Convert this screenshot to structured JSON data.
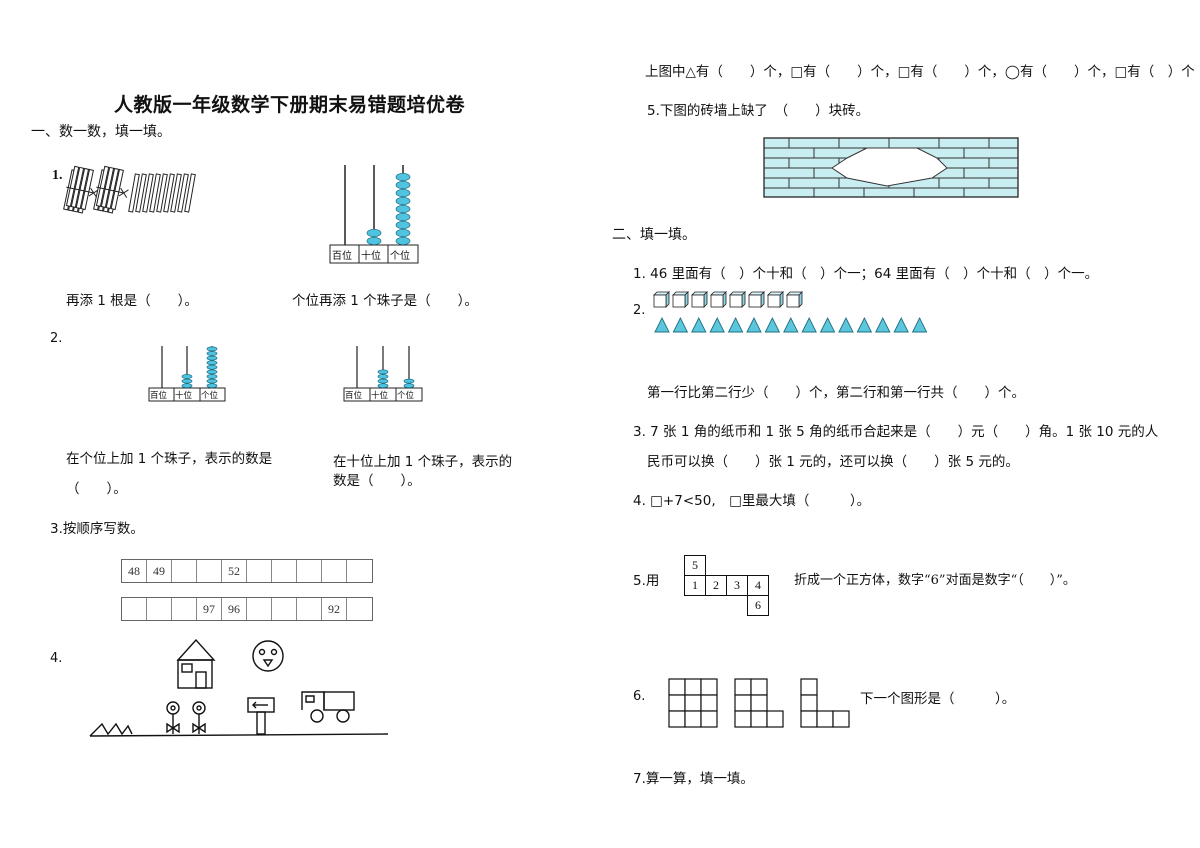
{
  "title": "人教版一年级数学下册期末易错题培优卷",
  "section1": {
    "heading": "一、数一数，填一填。",
    "q1": {
      "num": "1.",
      "left_text": "再添 1 根是（　　）。",
      "right_text": "个位再添 1 个珠子是（　　）。",
      "abacus_labels": [
        "百位",
        "十位",
        "个位"
      ],
      "abacus_beads": {
        "hundreds": 0,
        "tens": 2,
        "ones": 9
      }
    },
    "q2": {
      "num": "2.",
      "left_text_1": "在个位上加 1 个珠子，表示的数是",
      "left_text_2": "（　　）。",
      "right_text_1": "在十位上加 1 个珠子，表示的",
      "right_text_2": "数是（　　）。",
      "abacus_a_beads": {
        "hundreds": 0,
        "tens": 3,
        "ones": 9
      },
      "abacus_b_beads": {
        "hundreds": 0,
        "tens": 4,
        "ones": 2
      },
      "abacus_labels": [
        "百位",
        "十位",
        "个位"
      ]
    },
    "q3": {
      "num": "3.按顺序写数。",
      "row1": [
        "48",
        "49",
        "",
        "",
        "52",
        "",
        "",
        "",
        "",
        ""
      ],
      "row2": [
        "",
        "",
        "",
        "97",
        "96",
        "",
        "",
        "",
        "92",
        ""
      ]
    },
    "q4": {
      "num": "4."
    }
  },
  "right_top": {
    "shape_line": "上图中△有（　　）个，□有（　　）个，□有（　　）个，◯有（　　）个，□有（　）个",
    "q5": "5.下图的砖墙上缺了　（　　）块砖。"
  },
  "section2": {
    "heading": "二、填一填。",
    "q1": "1. 46 里面有（　）个十和（　）个一；64 里面有（　）个十和（　）个一。",
    "q2": {
      "num": "2.",
      "cubes": 8,
      "triangles": 15,
      "text": "第一行比第二行少（　　）个，第二行和第一行共（　　）个。"
    },
    "q3": {
      "line1": "3. 7 张 1 角的纸币和 1 张 5 角的纸币合起来是（　　）元（　　）角。1 张 10 元的人",
      "line2": "民币可以换（　　）张 1 元的，还可以换（　　）张 5 元的。"
    },
    "q4": "4. □+7<50,　□里最大填（　　　）。",
    "q5": {
      "prefix": "5.用",
      "net_numbers": [
        "5",
        "1",
        "2",
        "3",
        "4",
        "6"
      ],
      "suffix": "折成一个正方体，数字“6”对面是数字“（　　）”。"
    },
    "q6": {
      "num": "6.",
      "text": "下一个图形是（　　　）。"
    },
    "q7": "7.算一算，填一填。"
  },
  "colors": {
    "bead": "#4fc3e0",
    "brick": "#c9eef2",
    "cube": "#8fd3e6",
    "triangle": "#5cc6dd"
  }
}
